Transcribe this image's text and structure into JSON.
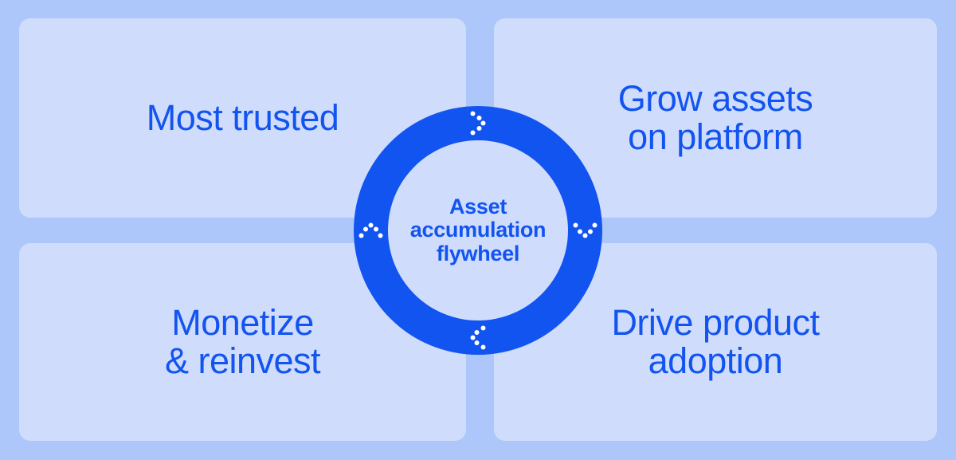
{
  "center": {
    "lines": [
      "Asset",
      "accumulation",
      "flywheel"
    ]
  },
  "quadrants": [
    {
      "id": "most-trusted",
      "lines": [
        "Most trusted"
      ]
    },
    {
      "id": "grow-assets-on-platform",
      "lines": [
        "Grow assets",
        "on platform"
      ]
    },
    {
      "id": "monetize-reinvest",
      "lines": [
        "Monetize",
        "& reinvest"
      ]
    },
    {
      "id": "drive-product-adoption",
      "lines": [
        "Drive product",
        "adoption"
      ]
    }
  ],
  "flywheel": {
    "direction": "clockwise",
    "arrows": [
      {
        "position": "top",
        "icon": "chevron-right-dots-icon"
      },
      {
        "position": "right",
        "icon": "chevron-down-dots-icon"
      },
      {
        "position": "bottom",
        "icon": "chevron-left-dots-icon"
      },
      {
        "position": "left",
        "icon": "chevron-up-dots-icon"
      }
    ]
  },
  "palette": {
    "page_background": "#aec7fa",
    "card_background": "#d0dcfb",
    "accent_blue": "#1254f0",
    "arrow_dots": "#ffffff"
  }
}
